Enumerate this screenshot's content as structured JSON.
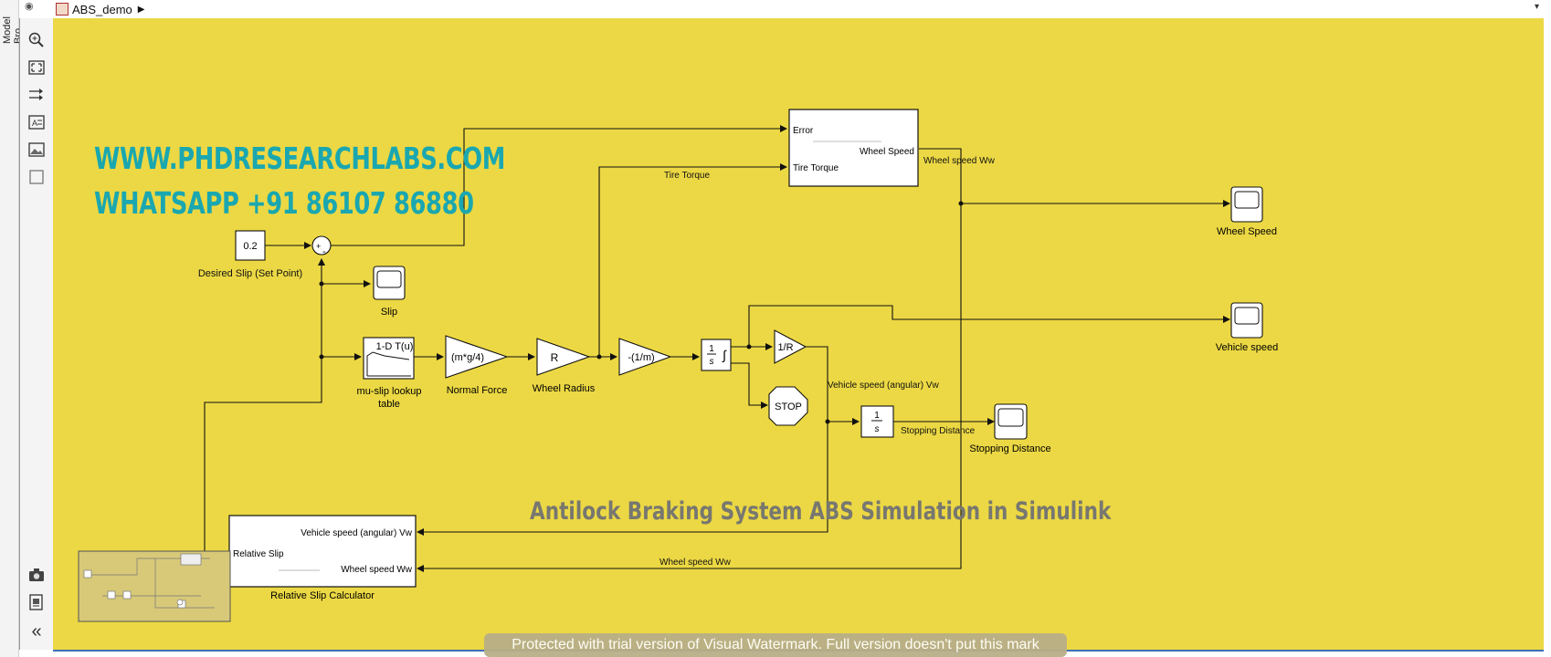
{
  "window": {
    "breadcrumb": "ABS_demo",
    "model_browser_label": "Model Bro"
  },
  "palette": {
    "tools": [
      "zoom-icon",
      "fit-to-view-icon",
      "arrow-direction-icon",
      "annotation-icon",
      "image-icon",
      "area-icon",
      "screenshot-icon",
      "report-icon",
      "collapse-icon"
    ],
    "collapse_label": "«"
  },
  "overlay": {
    "line1": "WWW.PHDRESEARCHLABS.COM",
    "line2": "WHATSAPP +91 86107 86880",
    "caption": "Antilock Braking System ABS Simulation in Simulink",
    "watermark": "Protected with trial version of Visual Watermark. Full version doesn't put this mark"
  },
  "blocks": {
    "desired_slip": {
      "value": "0.2",
      "label": "Desired Slip (Set Point)"
    },
    "sum": {
      "plus": "+",
      "minus": "-"
    },
    "slip_scope": {
      "label": "Slip"
    },
    "lookup": {
      "title": "1-D T(u)",
      "label1": "mu-slip lookup",
      "label2": "table"
    },
    "normal_force": {
      "value": "(m*g/4)",
      "label": "Normal Force"
    },
    "wheel_radius": {
      "value": "R",
      "label": "Wheel Radius"
    },
    "inv_mass": {
      "value": "-(1/m)"
    },
    "integrator1": {
      "num": "1",
      "den": "s"
    },
    "one_over_r": {
      "value": "1/R"
    },
    "stop": {
      "value": "STOP"
    },
    "integrator2": {
      "num": "1",
      "den": "s"
    },
    "subsystem_top": {
      "in1": "Error",
      "in2": "Tire Torque",
      "out1": "Wheel Speed"
    },
    "wheel_speed_scope": {
      "label": "Wheel Speed"
    },
    "vehicle_speed_scope": {
      "label": "Vehicle speed"
    },
    "stopping_scope": {
      "label": "Stopping Distance"
    },
    "slip_calc": {
      "in1": "Vehicle speed (angular) Vw",
      "in2": "Wheel speed Ww",
      "out1": "Relative Slip",
      "label": "Relative Slip Calculator"
    }
  },
  "signals": {
    "tire_torque": "Tire Torque",
    "wheel_speed_ww": "Wheel speed Ww",
    "vehicle_speed_angular": "Vehicle speed (angular) Vw",
    "stopping_distance": "Stopping Distance",
    "wheel_speed_ww_bottom": "Wheel speed Ww"
  },
  "colors": {
    "canvas": "#ecd844",
    "overlay_text": "#1aa7b0",
    "frame_accent": "#3d6fb5"
  }
}
